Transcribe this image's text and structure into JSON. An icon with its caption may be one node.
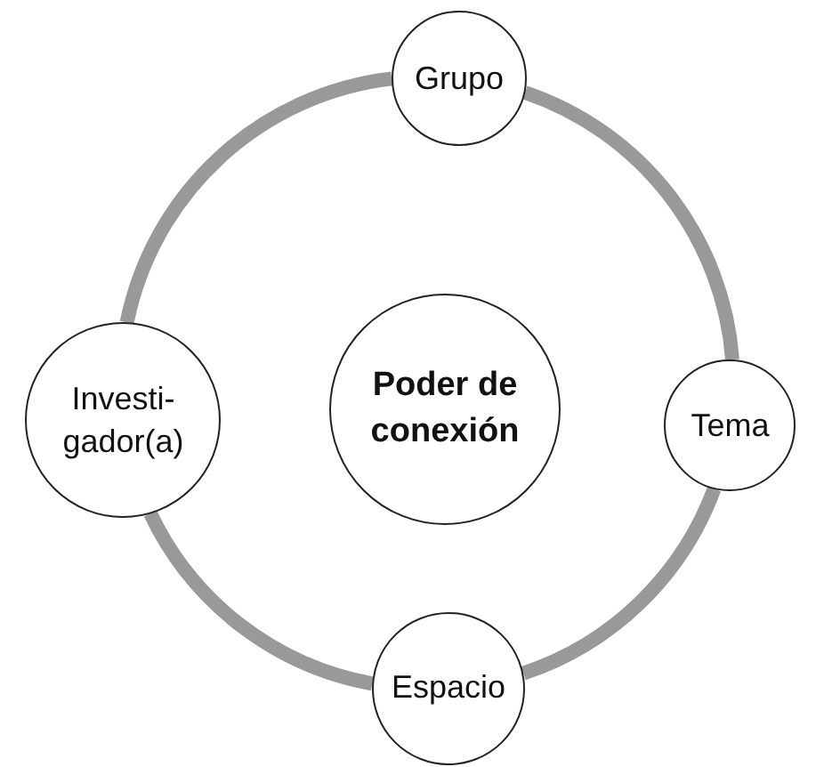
{
  "diagram": {
    "nodes": [
      {
        "text": [
          "Grupo"
        ]
      },
      {
        "text": [
          "Investi-gador(a)"
        ]
      },
      {
        "text": [
          "Poder de conexión"
        ]
      },
      {
        "text": [
          "Tema"
        ]
      },
      {
        "text": [
          "Espacio"
        ]
      }
    ],
    "edges": [
      {
        "from": 0,
        "to": 3,
        "arrow": "none"
      },
      {
        "from": 3,
        "to": 4,
        "arrow": "none"
      },
      {
        "from": 4,
        "to": 1,
        "arrow": "none"
      },
      {
        "from": 1,
        "to": 0,
        "arrow": "none"
      }
    ]
  }
}
